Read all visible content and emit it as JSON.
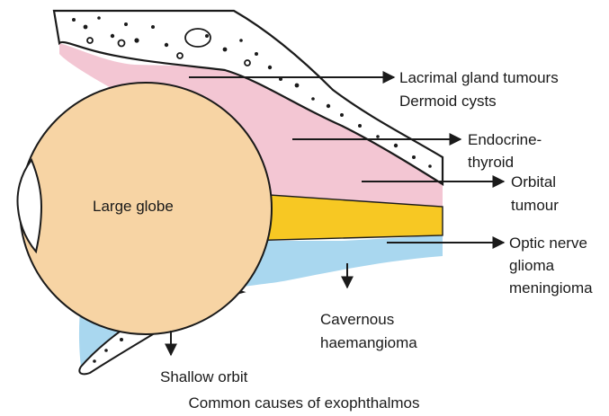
{
  "labels": {
    "lacrimal_1": "Lacrimal gland tumours",
    "lacrimal_2": "Dermoid cysts",
    "endocrine_1": "Endocrine-",
    "endocrine_2": "thyroid",
    "orbital_1": "Orbital",
    "orbital_2": "tumour",
    "optic_1": "Optic nerve",
    "optic_2": "glioma",
    "optic_3": "meningioma",
    "globe": "Large globe",
    "cavernous_1": "Cavernous",
    "cavernous_2": "haemangioma",
    "shallow": "Shallow orbit"
  },
  "caption": "Common causes of exophthalmos",
  "colors": {
    "bone": "#ffffff",
    "pink_region": "#f3c6d3",
    "globe": "#f7d4a4",
    "optic_nerve": "#f7c823",
    "blue_region": "#a9d7ef",
    "outline": "#1a1a1a"
  }
}
